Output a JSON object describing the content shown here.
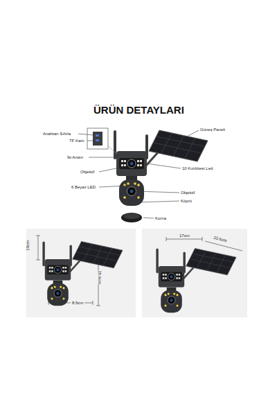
{
  "diagram": {
    "title": "ÜRÜN DETAYLARI",
    "labels": [
      "Anahtarı Sıfırla",
      "TF Kartı",
      "İki Anten",
      "Objektif",
      "6 Beyaz LED",
      "Güneş Paneli",
      "10 Kızılötesi Led",
      "Objektif",
      "Köprü",
      "Korna",
      "10cm",
      "15.6cm",
      "8.5cm",
      "17cm",
      "23.6cm"
    ]
  }
}
